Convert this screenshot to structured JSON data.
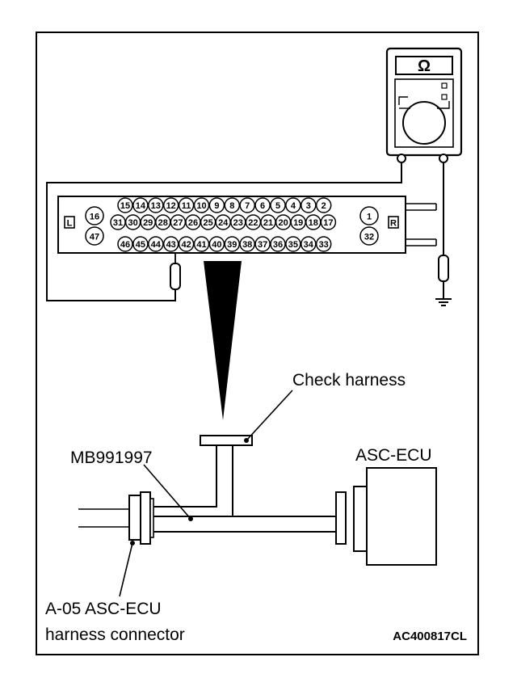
{
  "meter": {
    "symbol": "Ω"
  },
  "connector": {
    "side_left": "L",
    "side_right": "R",
    "top_row": [
      "15",
      "14",
      "13",
      "12",
      "11",
      "10",
      "9",
      "8",
      "7",
      "6",
      "5",
      "4",
      "3",
      "2"
    ],
    "middle_row": [
      "31",
      "30",
      "29",
      "28",
      "27",
      "26",
      "25",
      "24",
      "23",
      "22",
      "21",
      "20",
      "19",
      "18",
      "17"
    ],
    "bottom_row": [
      "46",
      "45",
      "44",
      "43",
      "42",
      "41",
      "40",
      "39",
      "38",
      "37",
      "36",
      "35",
      "34",
      "33"
    ],
    "left_pins": [
      "16",
      "47"
    ],
    "right_pins": [
      "1",
      "32"
    ]
  },
  "labels": {
    "check_harness": "Check harness",
    "tool": "MB991997",
    "ecu": "ASC-ECU",
    "harness_connector_line1": "A-05 ASC-ECU",
    "harness_connector_line2": "harness connector",
    "figure_code": "AC400817CL"
  }
}
